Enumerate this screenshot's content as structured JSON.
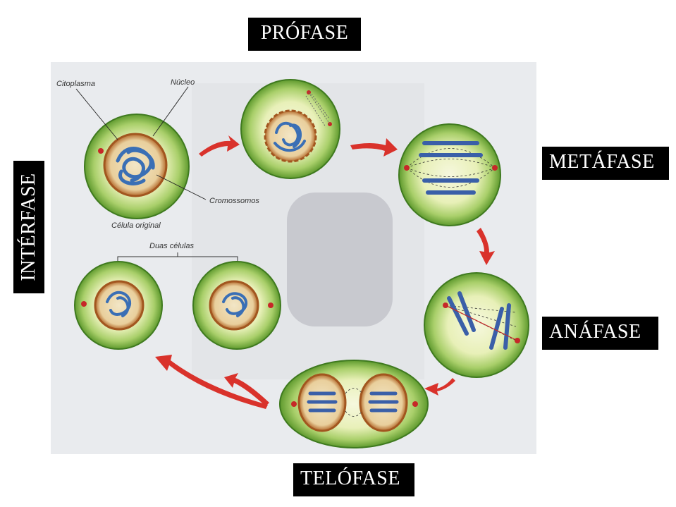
{
  "phases": {
    "profase": "PRÓFASE",
    "metafase": "METÁFASE",
    "anafase": "ANÁFASE",
    "telofase": "TELÓFASE",
    "interfase": "INTÉRFASE"
  },
  "annotations": {
    "citoplasma": "Citoplasma",
    "nucleo": "Núcleo",
    "cromossomos": "Cromossomos",
    "celula_original": "Célula original",
    "duas_celulas": "Duas células"
  },
  "colors": {
    "cell_outer": "#6faa3a",
    "cell_inner": "#f4f6d6",
    "nucleus": "#b8733a",
    "chromosome": "#3a5fa8",
    "arrow": "#d9322b",
    "label_bg": "#000000",
    "label_text": "#ffffff"
  }
}
